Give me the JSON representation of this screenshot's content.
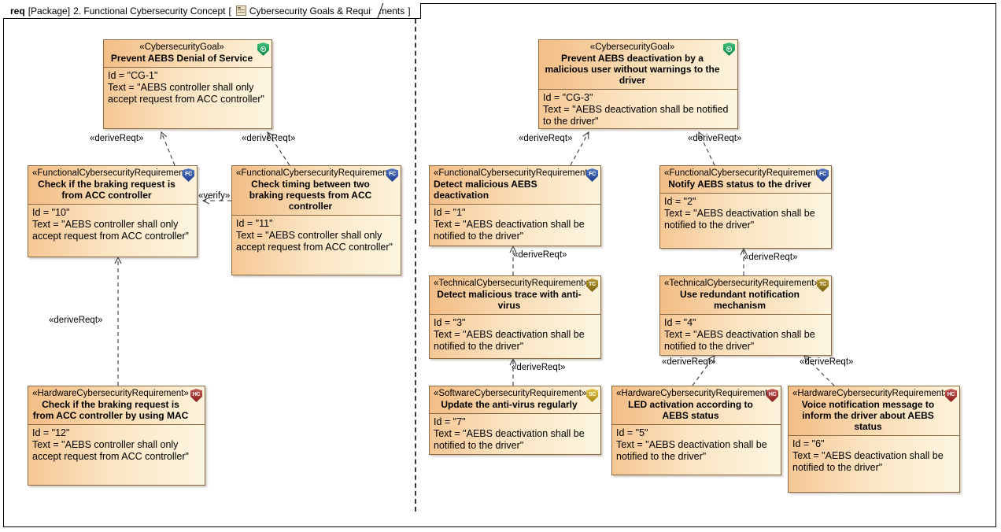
{
  "frame": {
    "keyword": "req",
    "package_label": "[Package]",
    "package_name": "2. Functional Cybersecurity Concept",
    "bracket_open": "[",
    "diagram_icon": "package-diagram-icon",
    "diagram_name": "Cybersecurity Goals & Requirements",
    "bracket_close": "]"
  },
  "colors": {
    "block_border": "#8a6a42",
    "block_fill_left": "#f6c794",
    "block_fill_right": "#fdf6e0",
    "header_fill_left": "#f3bd86",
    "shield_functional": "#1d3f8f",
    "shield_hardware": "#8c1d1b",
    "shield_technical": "#7a6111",
    "shield_software": "#a88a13",
    "shield_goal": "#0c8a47",
    "connector": "#3a3a3a"
  },
  "blocks": [
    {
      "key": "cg1",
      "stereotype": "«CybersecurityGoal»",
      "title": "Prevent AEBS Denial of Service",
      "title_align": "center",
      "icon": "goal-shield-icon",
      "icon_label": "",
      "icon_class": "goal",
      "id_line": "Id = \"CG-1\"",
      "text_line": "Text = \"AEBS controller shall only accept request from ACC controller\""
    },
    {
      "key": "cg3",
      "stereotype": "«CybersecurityGoal»",
      "title": "Prevent AEBS deactivation by a malicious user without warnings to the driver",
      "title_align": "center",
      "icon": "goal-shield-icon",
      "icon_label": "",
      "icon_class": "goal",
      "id_line": "Id = \"CG-3\"",
      "text_line": "Text = \"AEBS deactivation shall be notified to the driver\""
    },
    {
      "key": "fc10",
      "stereotype": "«FunctionalCybersecurityRequirement»",
      "title": "Check if the braking request is from ACC controller",
      "title_align": "center",
      "icon": "functional-shield-icon",
      "icon_label": "FC",
      "icon_class": "fc",
      "id_line": "Id = \"10\"",
      "text_line": "Text = \"AEBS controller shall only accept request from ACC controller\""
    },
    {
      "key": "fc11",
      "stereotype": "«FunctionalCybersecurityRequirement»",
      "title": "Check timing between two braking requests from ACC controller",
      "title_align": "center",
      "icon": "functional-shield-icon",
      "icon_label": "FC",
      "icon_class": "fc",
      "id_line": "Id = \"11\"",
      "text_line": "Text = \"AEBS controller shall only accept request from ACC controller\""
    },
    {
      "key": "hc12",
      "stereotype": "«HardwareCybersecurityRequirement»",
      "title": "Check if the braking request is from ACC controller by using MAC",
      "title_align": "center",
      "icon": "hardware-shield-icon",
      "icon_label": "HC",
      "icon_class": "hc",
      "id_line": "Id = \"12\"",
      "text_line": "Text = \"AEBS controller shall only accept request from ACC controller\""
    },
    {
      "key": "fc1",
      "stereotype": "«FunctionalCybersecurityRequirement»",
      "title": "Detect malicious AEBS deactivation",
      "title_align": "left",
      "icon": "functional-shield-icon",
      "icon_label": "FC",
      "icon_class": "fc",
      "id_line": "Id = \"1\"",
      "text_line": "Text = \"AEBS deactivation shall be notified to the driver\""
    },
    {
      "key": "fc2",
      "stereotype": "«FunctionalCybersecurityRequirement»",
      "title": "Notify AEBS status to the driver",
      "title_align": "center",
      "icon": "functional-shield-icon",
      "icon_label": "FC",
      "icon_class": "fc",
      "id_line": "Id = \"2\"",
      "text_line": "Text = \"AEBS deactivation shall be notified to the driver\""
    },
    {
      "key": "tc3",
      "stereotype": "«TechnicalCybersecurityRequirement»",
      "title": "Detect malicious trace with anti-virus",
      "title_align": "center",
      "icon": "technical-shield-icon",
      "icon_label": "TC",
      "icon_class": "tc",
      "id_line": "Id = \"3\"",
      "text_line": "Text = \"AEBS deactivation shall be notified to the driver\""
    },
    {
      "key": "tc4",
      "stereotype": "«TechnicalCybersecurityRequirement»",
      "title": "Use redundant notification mechanism",
      "title_align": "center",
      "icon": "technical-shield-icon",
      "icon_label": "TC",
      "icon_class": "tc",
      "id_line": "Id = \"4\"",
      "text_line": "Text = \"AEBS deactivation shall be notified to the driver\""
    },
    {
      "key": "sc7",
      "stereotype": "«SoftwareCybersecurityRequirement»",
      "title": "Update the anti-virus regularly",
      "title_align": "center",
      "icon": "software-shield-icon",
      "icon_label": "SC",
      "icon_class": "sc",
      "id_line": "Id = \"7\"",
      "text_line": "Text = \"AEBS deactivation shall be notified to the driver\""
    },
    {
      "key": "hc5",
      "stereotype": "«HardwareCybersecurityRequirement»",
      "title": "LED activation according to AEBS status",
      "title_align": "center",
      "icon": "hardware-shield-icon",
      "icon_label": "HC",
      "icon_class": "hc",
      "id_line": "Id = \"5\"",
      "text_line": "Text = \"AEBS deactivation shall be notified to the driver\""
    },
    {
      "key": "hc6",
      "stereotype": "«HardwareCybersecurityRequirement»",
      "title": "Voice notification message to inform the driver about AEBS status",
      "title_align": "center",
      "icon": "hardware-shield-icon",
      "icon_label": "HC",
      "icon_class": "hc",
      "id_line": "Id = \"6\"",
      "text_line": "Text = \"AEBS deactivation shall be notified to the driver\""
    }
  ],
  "connectors": [
    {
      "key": "c1",
      "label": "«deriveReqt»"
    },
    {
      "key": "c2",
      "label": "«deriveReqt»"
    },
    {
      "key": "c3",
      "label": "«verify»"
    },
    {
      "key": "c4",
      "label": "«deriveReqt»"
    },
    {
      "key": "c5",
      "label": "«deriveReqt»"
    },
    {
      "key": "c6",
      "label": "«deriveReqt»"
    },
    {
      "key": "c7",
      "label": "«deriveReqt»"
    },
    {
      "key": "c8",
      "label": "«deriveReqt»"
    },
    {
      "key": "c9",
      "label": "«deriveReqt»"
    },
    {
      "key": "c10",
      "label": "«deriveReqt»"
    },
    {
      "key": "c11",
      "label": "«deriveReqt»"
    }
  ]
}
